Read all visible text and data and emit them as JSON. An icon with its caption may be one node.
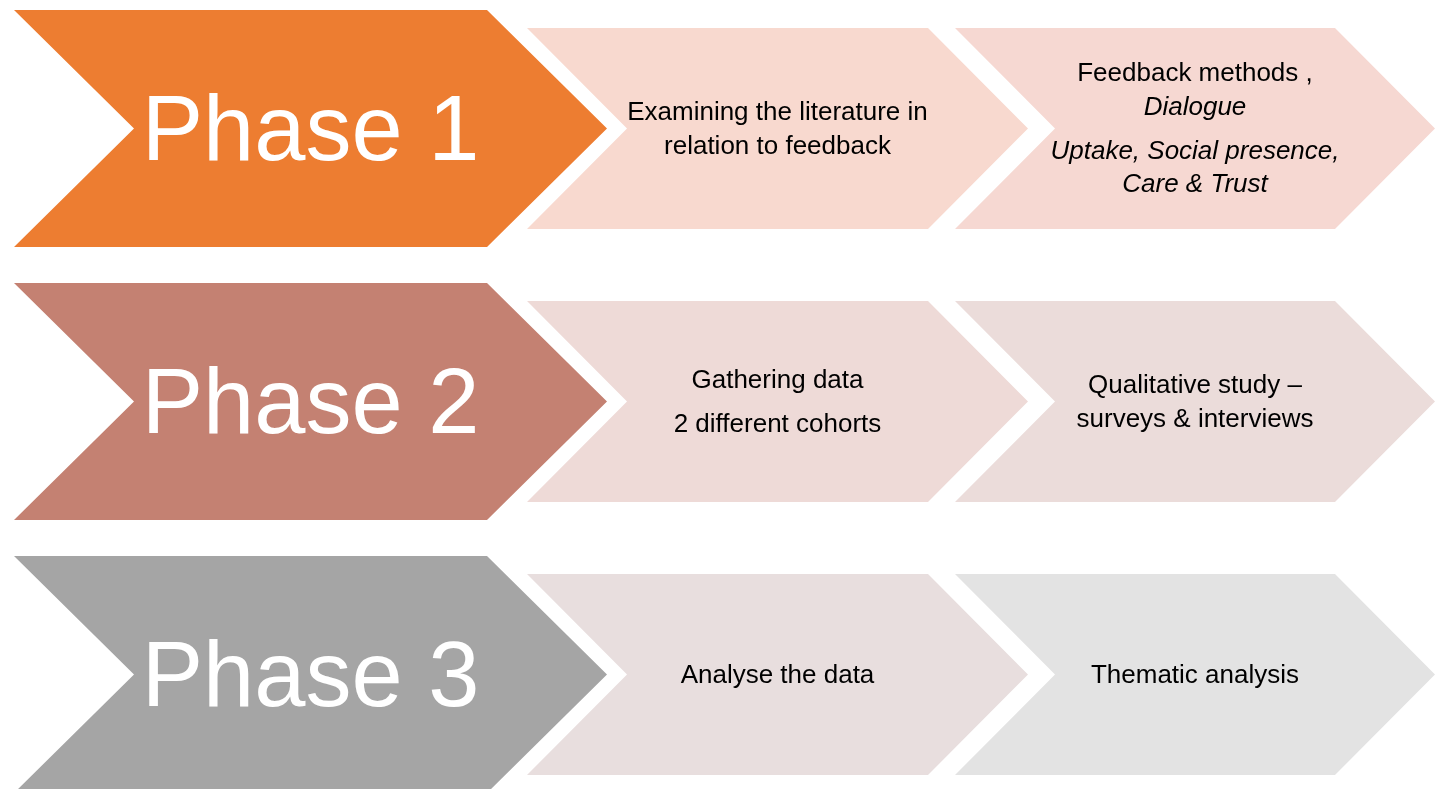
{
  "diagram": {
    "nodes": [
      {
        "text": [
          "Phase 1"
        ]
      },
      {
        "text": [
          "Examining the literature in relation to feedback"
        ]
      },
      {
        "text": [
          "Feedback methods , *Dialogue*",
          "Uptake, Social presence, Care & Trust"
        ]
      },
      {
        "text": [
          "Phase 2"
        ]
      },
      {
        "text": [
          "Gathering data",
          "2 different cohorts"
        ]
      },
      {
        "text": [
          "Qualitative study – surveys & interviews"
        ]
      },
      {
        "text": [
          "Phase 3"
        ]
      },
      {
        "text": [
          "Analyse the data"
        ]
      },
      {
        "text": [
          "Thematic analysis"
        ]
      }
    ]
  }
}
